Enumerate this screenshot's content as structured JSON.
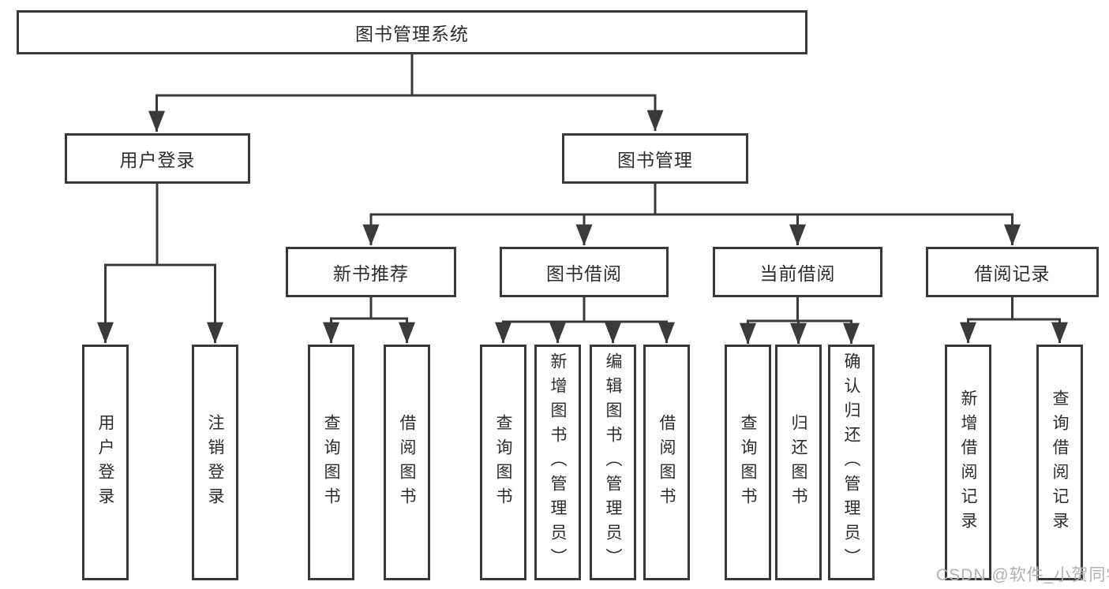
{
  "colors": {
    "line": "#3a3a3a",
    "box_border": "#3a3a3a",
    "text": "#2d2d2d",
    "watermark": "#b1b1b6",
    "background": "#ffffff"
  },
  "diagram": {
    "root": {
      "label": "图书管理系统"
    },
    "level2": [
      {
        "label": "用户登录"
      },
      {
        "label": "图书管理"
      }
    ],
    "level3": [
      {
        "label": "新书推荐",
        "parent": "图书管理"
      },
      {
        "label": "图书借阅",
        "parent": "图书管理"
      },
      {
        "label": "当前借阅",
        "parent": "图书管理"
      },
      {
        "label": "借阅记录",
        "parent": "图书管理"
      }
    ],
    "leaves": [
      {
        "label": "用户登录",
        "parent": "用户登录"
      },
      {
        "label": "注销登录",
        "parent": "用户登录"
      },
      {
        "label": "查询图书",
        "parent": "新书推荐"
      },
      {
        "label": "借阅图书",
        "parent": "新书推荐"
      },
      {
        "label": "查询图书",
        "parent": "图书借阅"
      },
      {
        "label": "新增图书（管理员）",
        "parent": "图书借阅"
      },
      {
        "label": "编辑图书（管理员）",
        "parent": "图书借阅"
      },
      {
        "label": "借阅图书",
        "parent": "图书借阅"
      },
      {
        "label": "查询图书",
        "parent": "当前借阅"
      },
      {
        "label": "归还图书",
        "parent": "当前借阅"
      },
      {
        "label": "确认归还（管理员）",
        "parent": "当前借阅"
      },
      {
        "label": "新增借阅记录",
        "parent": "借阅记录"
      },
      {
        "label": "查询借阅记录",
        "parent": "借阅记录"
      }
    ]
  },
  "watermark": {
    "text": "CSDN @软件_小贺同学"
  }
}
